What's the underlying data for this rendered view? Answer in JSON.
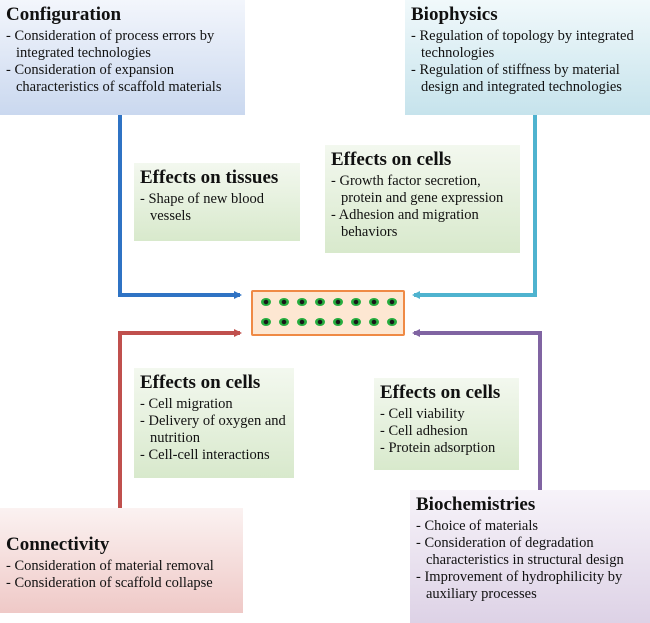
{
  "configuration": {
    "title": "Configuration",
    "items": [
      "Consideration of process errors  by integrated technologies",
      "Consideration of expansion characteristics of scaffold materials"
    ]
  },
  "biophysics": {
    "title": "Biophysics",
    "items": [
      "Regulation of topology by integrated technologies",
      "Regulation of stiffness by material design and integrated technologies"
    ]
  },
  "effects_tissues": {
    "title": "Effects on tissues",
    "items": [
      "Shape of new blood vessels"
    ]
  },
  "effects_cells_top": {
    "title": "Effects on cells",
    "items": [
      "Growth factor secretion, protein and gene expression",
      "Adhesion and migration behaviors"
    ]
  },
  "effects_cells_left": {
    "title": "Effects on cells",
    "items": [
      "Cell migration",
      "Delivery of oxygen and nutrition",
      "Cell-cell interactions"
    ]
  },
  "effects_cells_right": {
    "title": "Effects on cells",
    "items": [
      "Cell viability",
      "Cell adhesion",
      "Protein adsorption"
    ]
  },
  "connectivity": {
    "title": "Connectivity",
    "items": [
      "Consideration of material removal",
      "Consideration of scaffold collapse"
    ]
  },
  "biochemistries": {
    "title": "Biochemistries",
    "items": [
      "Choice of materials",
      "Consideration of degradation characteristics in structural design",
      "Improvement of hydrophilicity by auxiliary processes"
    ]
  },
  "colors": {
    "configuration_arrow": "#2f73c4",
    "biophysics_arrow": "#4fb3cf",
    "connectivity_arrow": "#c0504d",
    "biochemistries_arrow": "#8064a2",
    "scaffold_border": "#ef8a45",
    "cell_color": "#27ae3f"
  },
  "scaffold": {
    "cells_per_row": 8,
    "rows": 2
  }
}
